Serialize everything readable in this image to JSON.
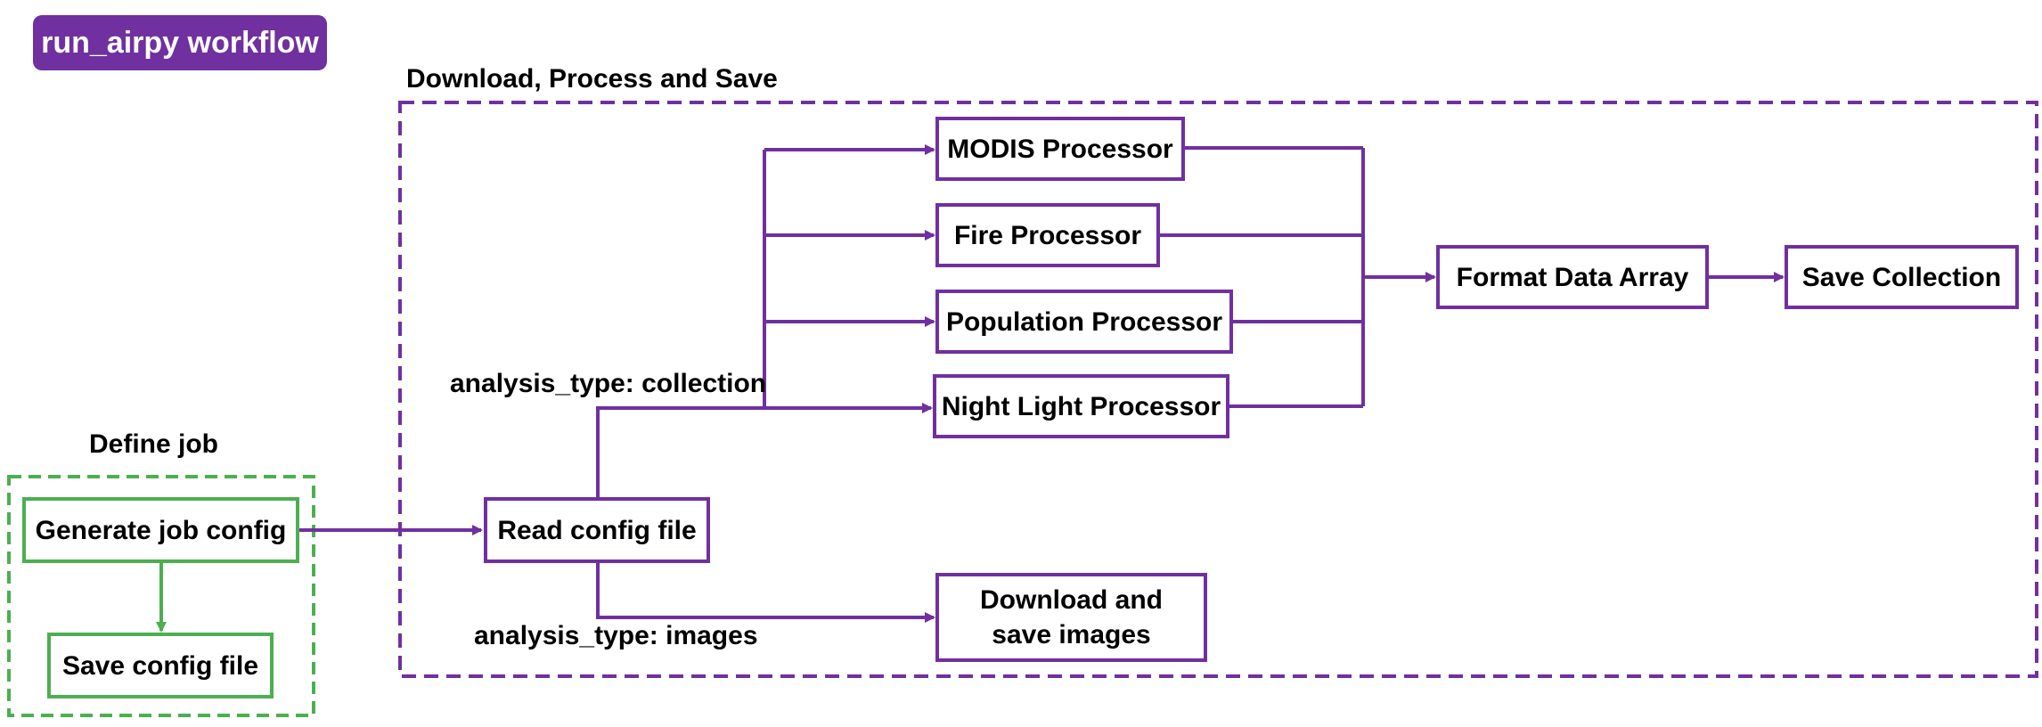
{
  "title": "run_airpy workflow",
  "colors": {
    "accent": "#7030a0",
    "green": "#4caf50"
  },
  "groups": {
    "define_job": "Define job",
    "download_process_save": "Download, Process and Save"
  },
  "nodes": {
    "generate_job_config": "Generate job config",
    "save_config_file": "Save config file",
    "read_config_file": "Read config file",
    "modis_processor": "MODIS Processor",
    "fire_processor": "Fire Processor",
    "population_processor": "Population Processor",
    "night_light_processor": "Night Light Processor",
    "format_data_array": "Format Data Array",
    "save_collection": "Save Collection",
    "download_images_line1": "Download and",
    "download_images_line2": "save images"
  },
  "edge_labels": {
    "collection": "analysis_type: collection",
    "images": "analysis_type: images"
  }
}
